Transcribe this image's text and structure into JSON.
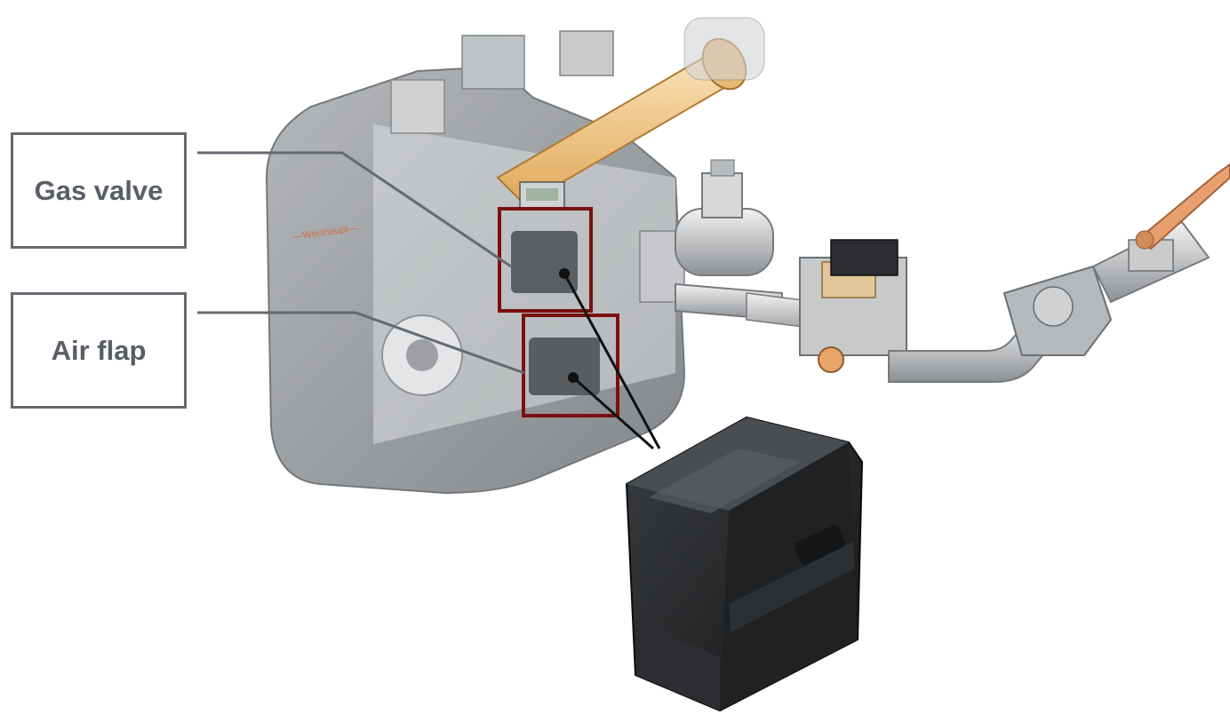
{
  "labels": {
    "gas_valve": "Gas valve",
    "air_flap": "Air flap"
  },
  "illustration": {
    "burner_housing": "burner-housing-illustration",
    "gas_train": "gas-train-pipework-illustration",
    "actuator": "servomotor-actuator-illustration",
    "ball_valve": "ball-valve-illustration"
  },
  "colors": {
    "label_text": "#595e66",
    "callout_line": "#666a70",
    "highlight_box": "#7a1010",
    "leader_line": "#111111",
    "housing": "#8e9194",
    "fuel_tube": "#f2c98a",
    "valve_handle": "#e8a070",
    "actuator": "#2a2c2e"
  }
}
